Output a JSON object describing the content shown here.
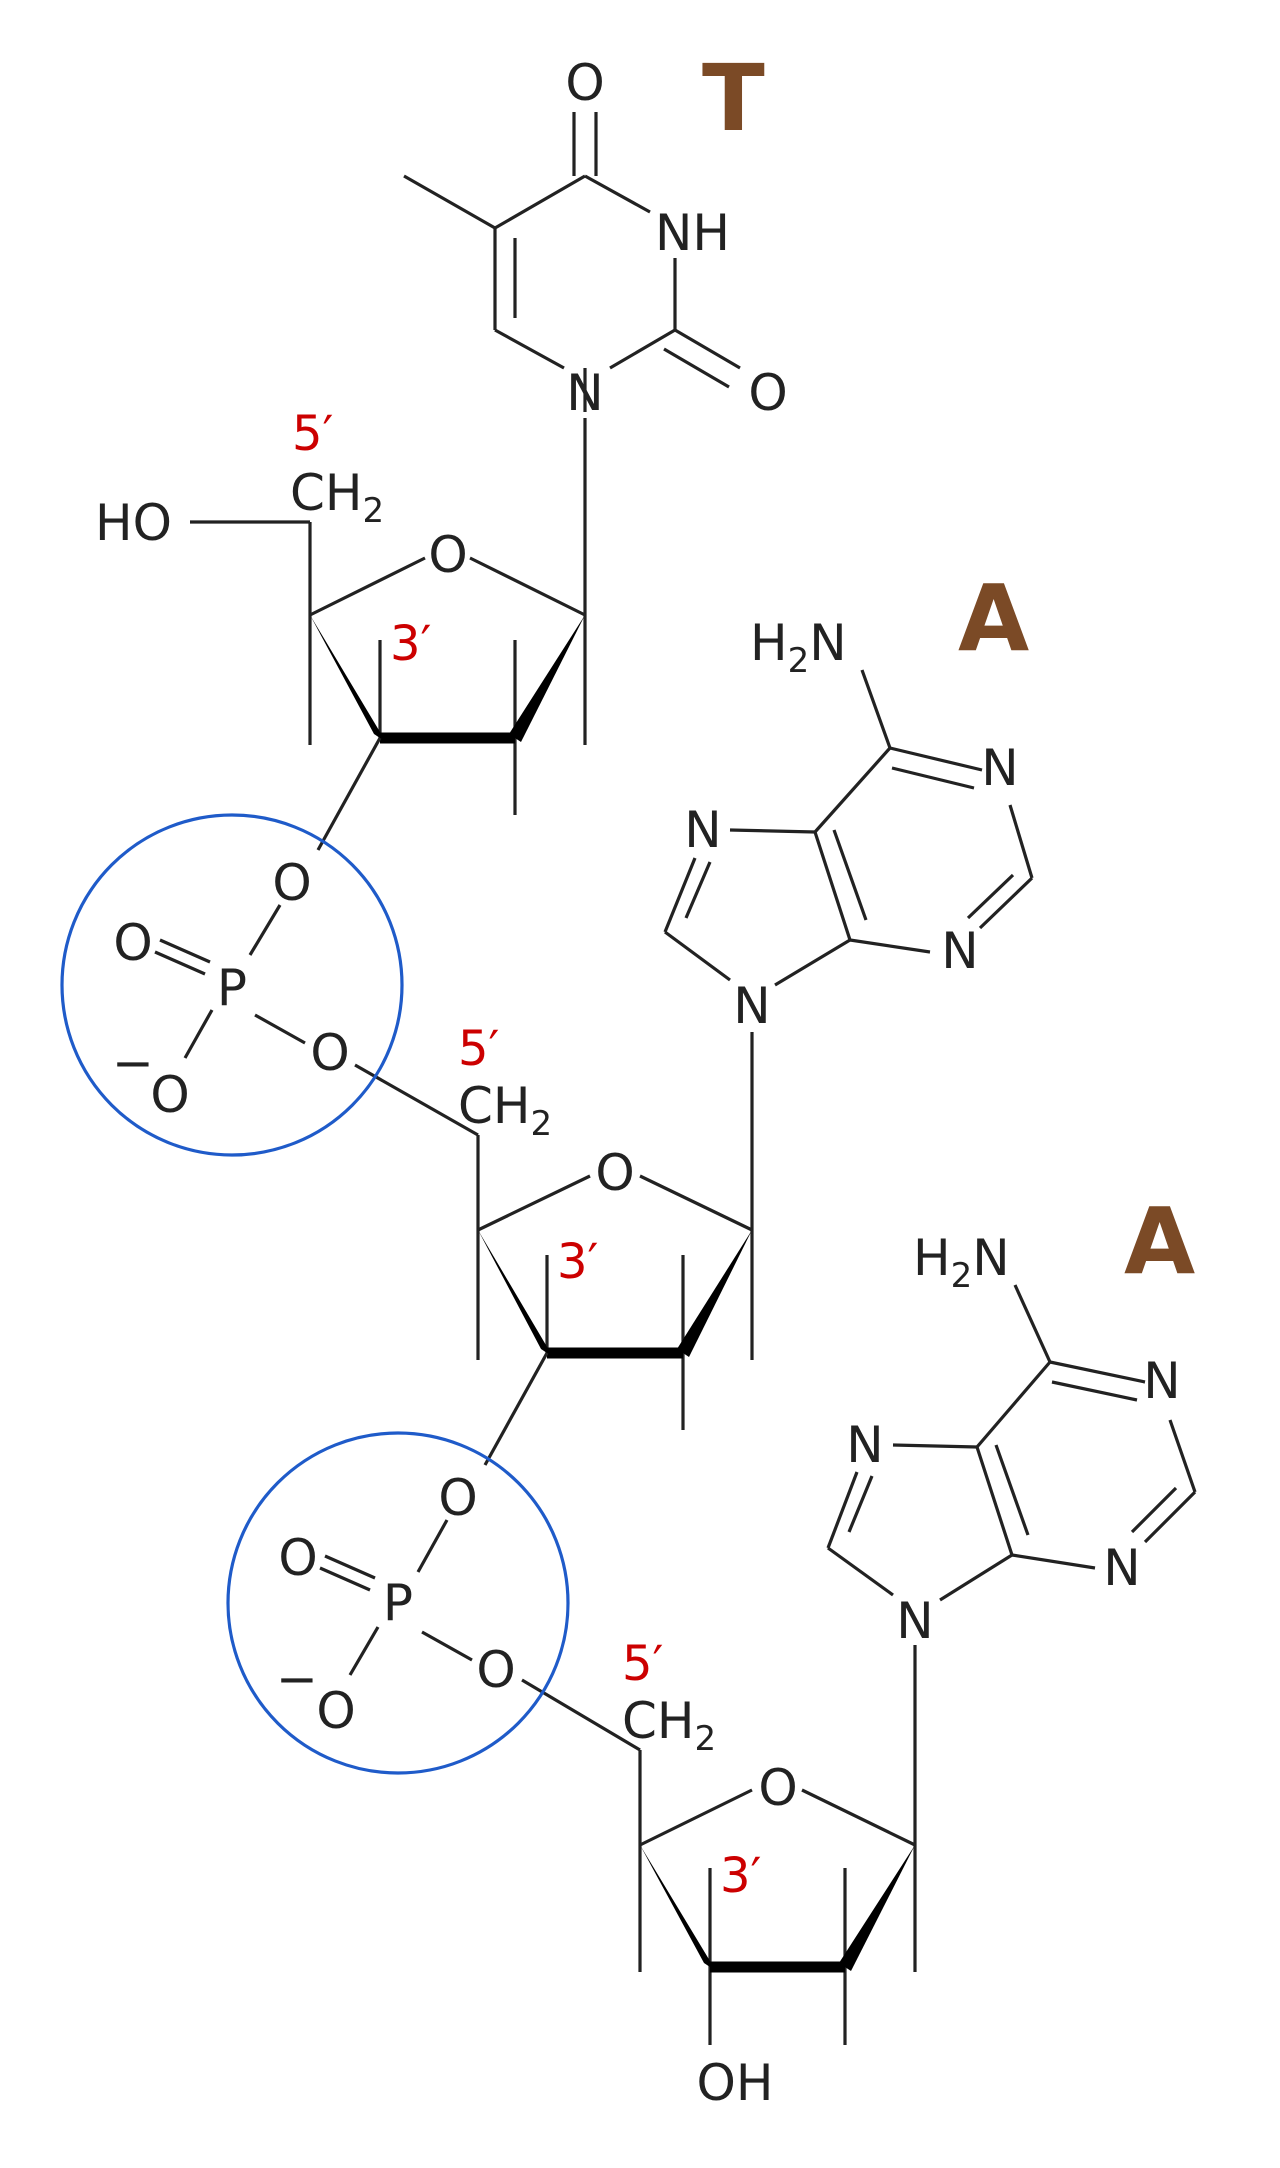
{
  "colors": {
    "bonds": "#222222",
    "atoms": "#222222",
    "position_labels": "#cc0000",
    "base_letters": "#7b4a26",
    "phosphate_circles": "#1f5bc9"
  },
  "bases": {
    "thymine": "T",
    "adenine_1": "A",
    "adenine_2": "A"
  },
  "positions": {
    "five_prime": "5′",
    "three_prime": "3′"
  },
  "atoms": {
    "O": "O",
    "N": "N",
    "NH": "NH",
    "P": "P",
    "HO": "HO",
    "OH": "OH",
    "CH": "CH",
    "H": "H",
    "sub2": "2",
    "minus": "−"
  }
}
